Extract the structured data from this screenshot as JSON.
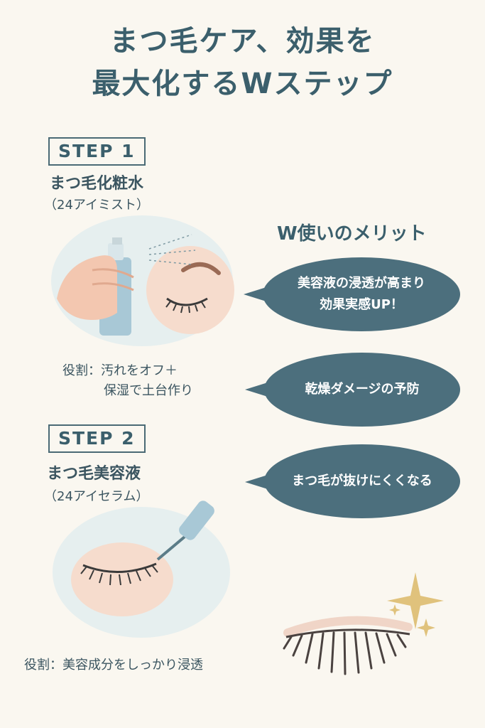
{
  "title": {
    "line1": "まつ毛ケア、効果を",
    "line2": "最大化するWステップ"
  },
  "step1": {
    "label": "STEP 1",
    "name": "まつ毛化粧水",
    "sub": "（24アイミスト）",
    "role_line1": "役割：汚れをオフ＋",
    "role_line2": "保湿で土台作り"
  },
  "step2": {
    "label": "STEP 2",
    "name": "まつ毛美容液",
    "sub": "（24アイセラム）",
    "role": "役割：美容成分をしっかり浸透"
  },
  "merit": {
    "title": "W使いのメリット",
    "bubble1_line1": "美容液の浸透が高まり",
    "bubble1_line2": "効果実感UP！",
    "bubble2": "乾燥ダメージの予防",
    "bubble3": "まつ毛が抜けにくくなる"
  },
  "colors": {
    "background": "#faf7f0",
    "accent": "#4c6f7d",
    "text": "#3b5560"
  }
}
